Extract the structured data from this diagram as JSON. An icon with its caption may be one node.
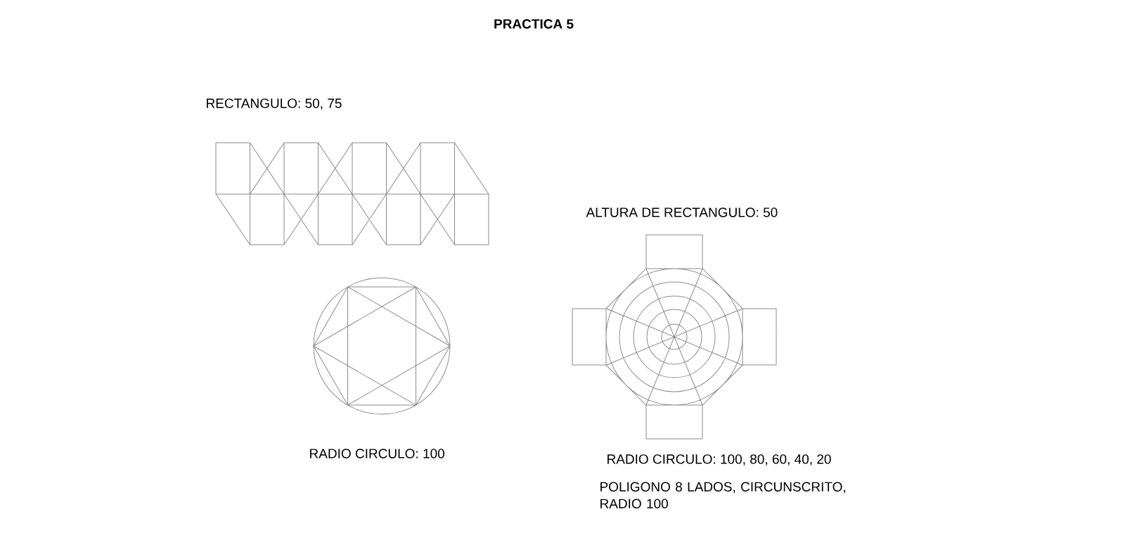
{
  "diagram": {
    "title": "PRACTICA 5",
    "labels": [
      "RECTANGULO: 50, 75",
      "ALTURA DE RECTANGULO: 50",
      "RADIO CIRCULO: 100",
      "RADIO CIRCULO: 100, 80, 60, 40, 20",
      "POLIGONO 8 LADOS, CIRCUNSCRITO, RADIO 100"
    ]
  }
}
